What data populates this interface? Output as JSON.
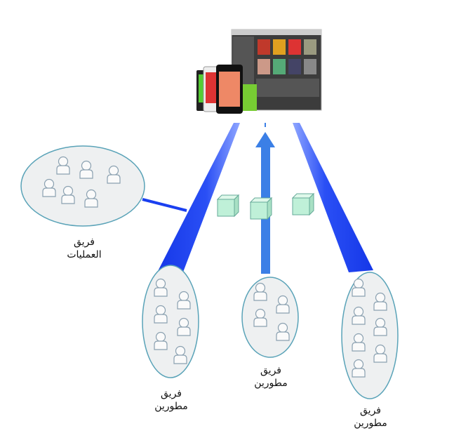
{
  "labels": {
    "operations_team": [
      "فريق",
      "العمليات"
    ],
    "dev_team_left": [
      "فريق",
      "مطورين"
    ],
    "dev_team_center": [
      "فريق",
      "مطورين"
    ],
    "dev_team_right": [
      "فريق",
      "مطورين"
    ]
  },
  "colors": {
    "beam": "#1a3ff0",
    "arrow": "#3b7fe6",
    "ellipse_fill": "#eef0f1",
    "ellipse_stroke": "#5aa3b8",
    "cube": "#bff0d8"
  }
}
